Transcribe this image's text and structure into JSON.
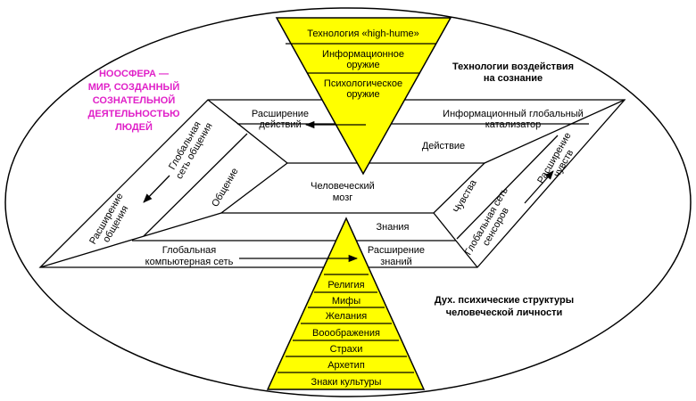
{
  "colors": {
    "pyramid_fill": "#ffff00",
    "noosphere_text": "#e020c8",
    "line": "#000000"
  },
  "noosphere": {
    "line1": "НООСФЕРА —",
    "line2": "МИР, СОЗДАННЫЙ",
    "line3": "СОЗНАТЕЛЬНОЙ",
    "line4": "ДЕЯТЕЛЬНОСТЬЮ",
    "line5": "ЛЮДЕЙ"
  },
  "top_pyramid": {
    "level1": "Технология «high-hume»",
    "level2_line1": "Информационное",
    "level2_line2": "оружие",
    "level3_line1": "Психологическое",
    "level3_line2": "оружие"
  },
  "top_caption": {
    "line1": "Технологии воздействия",
    "line2": "на сознание"
  },
  "platform": {
    "top_left_line1": "Расширение",
    "top_left_line2": "действий",
    "top_right_line1": "Информационный глобальный",
    "top_right_line2": "катализатор",
    "action": "Действие",
    "center_line1": "Человеческий",
    "center_line2": "мозг",
    "left_outer_line1": "Глобальная",
    "left_outer_line2": "сеть общения",
    "left_inner": "Общение",
    "left_bottom_line1": "Расширение",
    "left_bottom_line2": "общения",
    "right_inner": "Чувства",
    "right_outer_line1": "Глобальная сеть",
    "right_outer_line2": "сенсоров",
    "right_top_line1": "Расширение",
    "right_top_line2": "чувств",
    "knowledge": "Знания",
    "bottom_left_line1": "Глобальная",
    "bottom_left_line2": "компьютерная сеть",
    "bottom_right_line1": "Расширение",
    "bottom_right_line2": "знаний"
  },
  "bottom_pyramid": {
    "levels": [
      "Религия",
      "Мифы",
      "Желания",
      "Вооображения",
      "Страхи",
      "Архетип",
      "Знаки культуры"
    ]
  },
  "bottom_caption": {
    "line1": "Дух. психические структуры",
    "line2": "человеческой личности"
  }
}
